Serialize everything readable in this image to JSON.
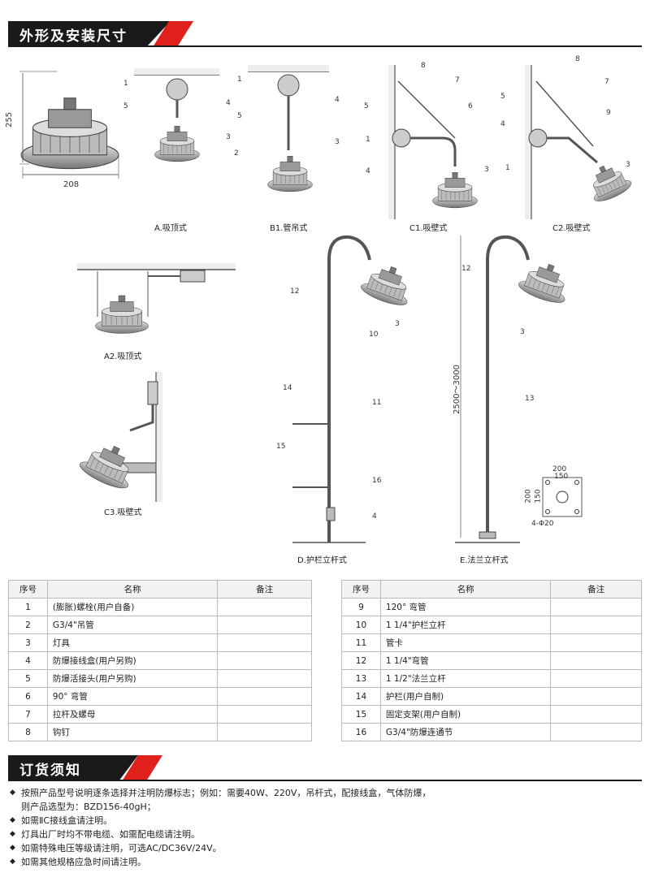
{
  "section1": {
    "title": "外形及安装尺寸"
  },
  "section2": {
    "title": "订货须知"
  },
  "dims": {
    "height": "255",
    "width": "208",
    "pole_range": "2500～3000",
    "flange_w1": "200",
    "flange_w2": "150",
    "flange_h1": "200",
    "flange_h2": "150",
    "flange_hole": "4-Φ20"
  },
  "captions": {
    "a": "A.吸顶式",
    "b1": "B1.管吊式",
    "c1": "C1.吸壁式",
    "c2": "C2.吸壁式",
    "a2": "A2.吸顶式",
    "c3": "C3.吸壁式",
    "d": "D.护栏立杆式",
    "e": "E.法兰立杆式"
  },
  "labels": [
    "1",
    "2",
    "3",
    "4",
    "5",
    "6",
    "7",
    "8",
    "9",
    "10",
    "11",
    "12",
    "13",
    "14",
    "15",
    "16"
  ],
  "table_headers": {
    "no": "序号",
    "name": "名称",
    "note": "备注"
  },
  "parts_left": [
    {
      "no": "1",
      "name": "(膨胀)螺栓(用户自备)",
      "note": ""
    },
    {
      "no": "2",
      "name": "G3/4\"吊管",
      "note": ""
    },
    {
      "no": "3",
      "name": "灯具",
      "note": ""
    },
    {
      "no": "4",
      "name": "防爆接线盒(用户另购)",
      "note": ""
    },
    {
      "no": "5",
      "name": "防爆活接头(用户另购)",
      "note": ""
    },
    {
      "no": "6",
      "name": "90° 弯管",
      "note": ""
    },
    {
      "no": "7",
      "name": "拉杆及螺母",
      "note": ""
    },
    {
      "no": "8",
      "name": "钩钉",
      "note": ""
    }
  ],
  "parts_right": [
    {
      "no": "9",
      "name": "120° 弯管",
      "note": ""
    },
    {
      "no": "10",
      "name": "1 1/4\"护栏立杆",
      "note": ""
    },
    {
      "no": "11",
      "name": "管卡",
      "note": ""
    },
    {
      "no": "12",
      "name": "1 1/4\"弯管",
      "note": ""
    },
    {
      "no": "13",
      "name": "1 1/2\"法兰立杆",
      "note": ""
    },
    {
      "no": "14",
      "name": "护栏(用户自制)",
      "note": ""
    },
    {
      "no": "15",
      "name": "固定支架(用户自制)",
      "note": ""
    },
    {
      "no": "16",
      "name": "G3/4\"防爆连通节",
      "note": ""
    }
  ],
  "notes": [
    "按照产品型号说明逐条选择并注明防爆标志；例如：需要40W、220V，吊杆式，配接线盒，气体防爆，",
    "则产品选型为：BZD156-40gH；",
    "如需ⅡC接线盒请注明。",
    "灯具出厂时均不带电缆、如需配电缆请注明。",
    "如需特殊电压等级请注明，可选AC/DC36V/24V。",
    "如需其他规格应急时间请注明。"
  ],
  "colors": {
    "accent": "#e0201a",
    "dark": "#1a1a1a"
  }
}
